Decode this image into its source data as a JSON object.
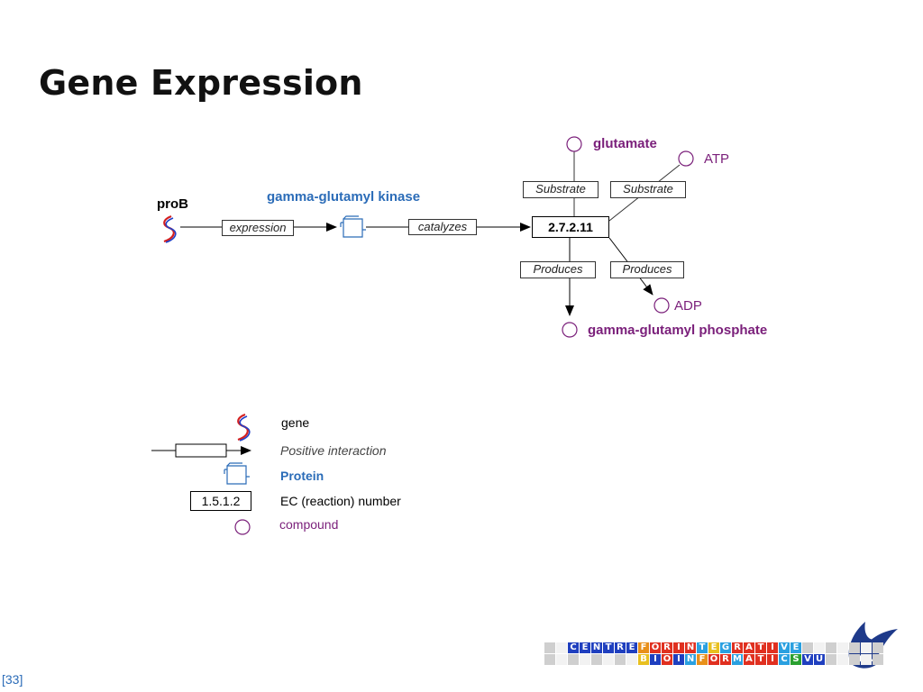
{
  "slide": {
    "title": "Gene Expression",
    "page_number": "[33]"
  },
  "diagram": {
    "gene": "proB",
    "protein": "gamma-glutamyl kinase",
    "edge_expression": "expression",
    "edge_catalyzes": "catalyzes",
    "ec_number": "2.7.2.11",
    "substrate_1": "Substrate",
    "substrate_2": "Substrate",
    "produces_1": "Produces",
    "produces_2": "Produces",
    "compound_glutamate": "glutamate",
    "compound_atp": "ATP",
    "compound_adp": "ADP",
    "compound_product": "gamma-glutamyl phosphate"
  },
  "legend": {
    "gene": "gene",
    "interaction": "Positive interaction",
    "protein": "Protein",
    "ec_example": "1.5.1.2",
    "ec_label": "EC (reaction) number",
    "compound": "compound"
  },
  "logo": {
    "row1": [
      "C",
      "E",
      "N",
      "T",
      "R",
      "E",
      "F",
      "O",
      "R",
      "I",
      "N",
      "T",
      "E",
      "G",
      "R",
      "A",
      "T",
      "I",
      "V",
      "E"
    ],
    "row2": [
      "B",
      "I",
      "O",
      "I",
      "N",
      "F",
      "O",
      "R",
      "M",
      "A",
      "T",
      "I",
      "C",
      "S",
      "V",
      "U"
    ]
  },
  "colors": {
    "protein": "#2b6cb8",
    "compound": "#7a1f7a",
    "gene_red": "#d42020",
    "gene_blue": "#2040c8"
  }
}
